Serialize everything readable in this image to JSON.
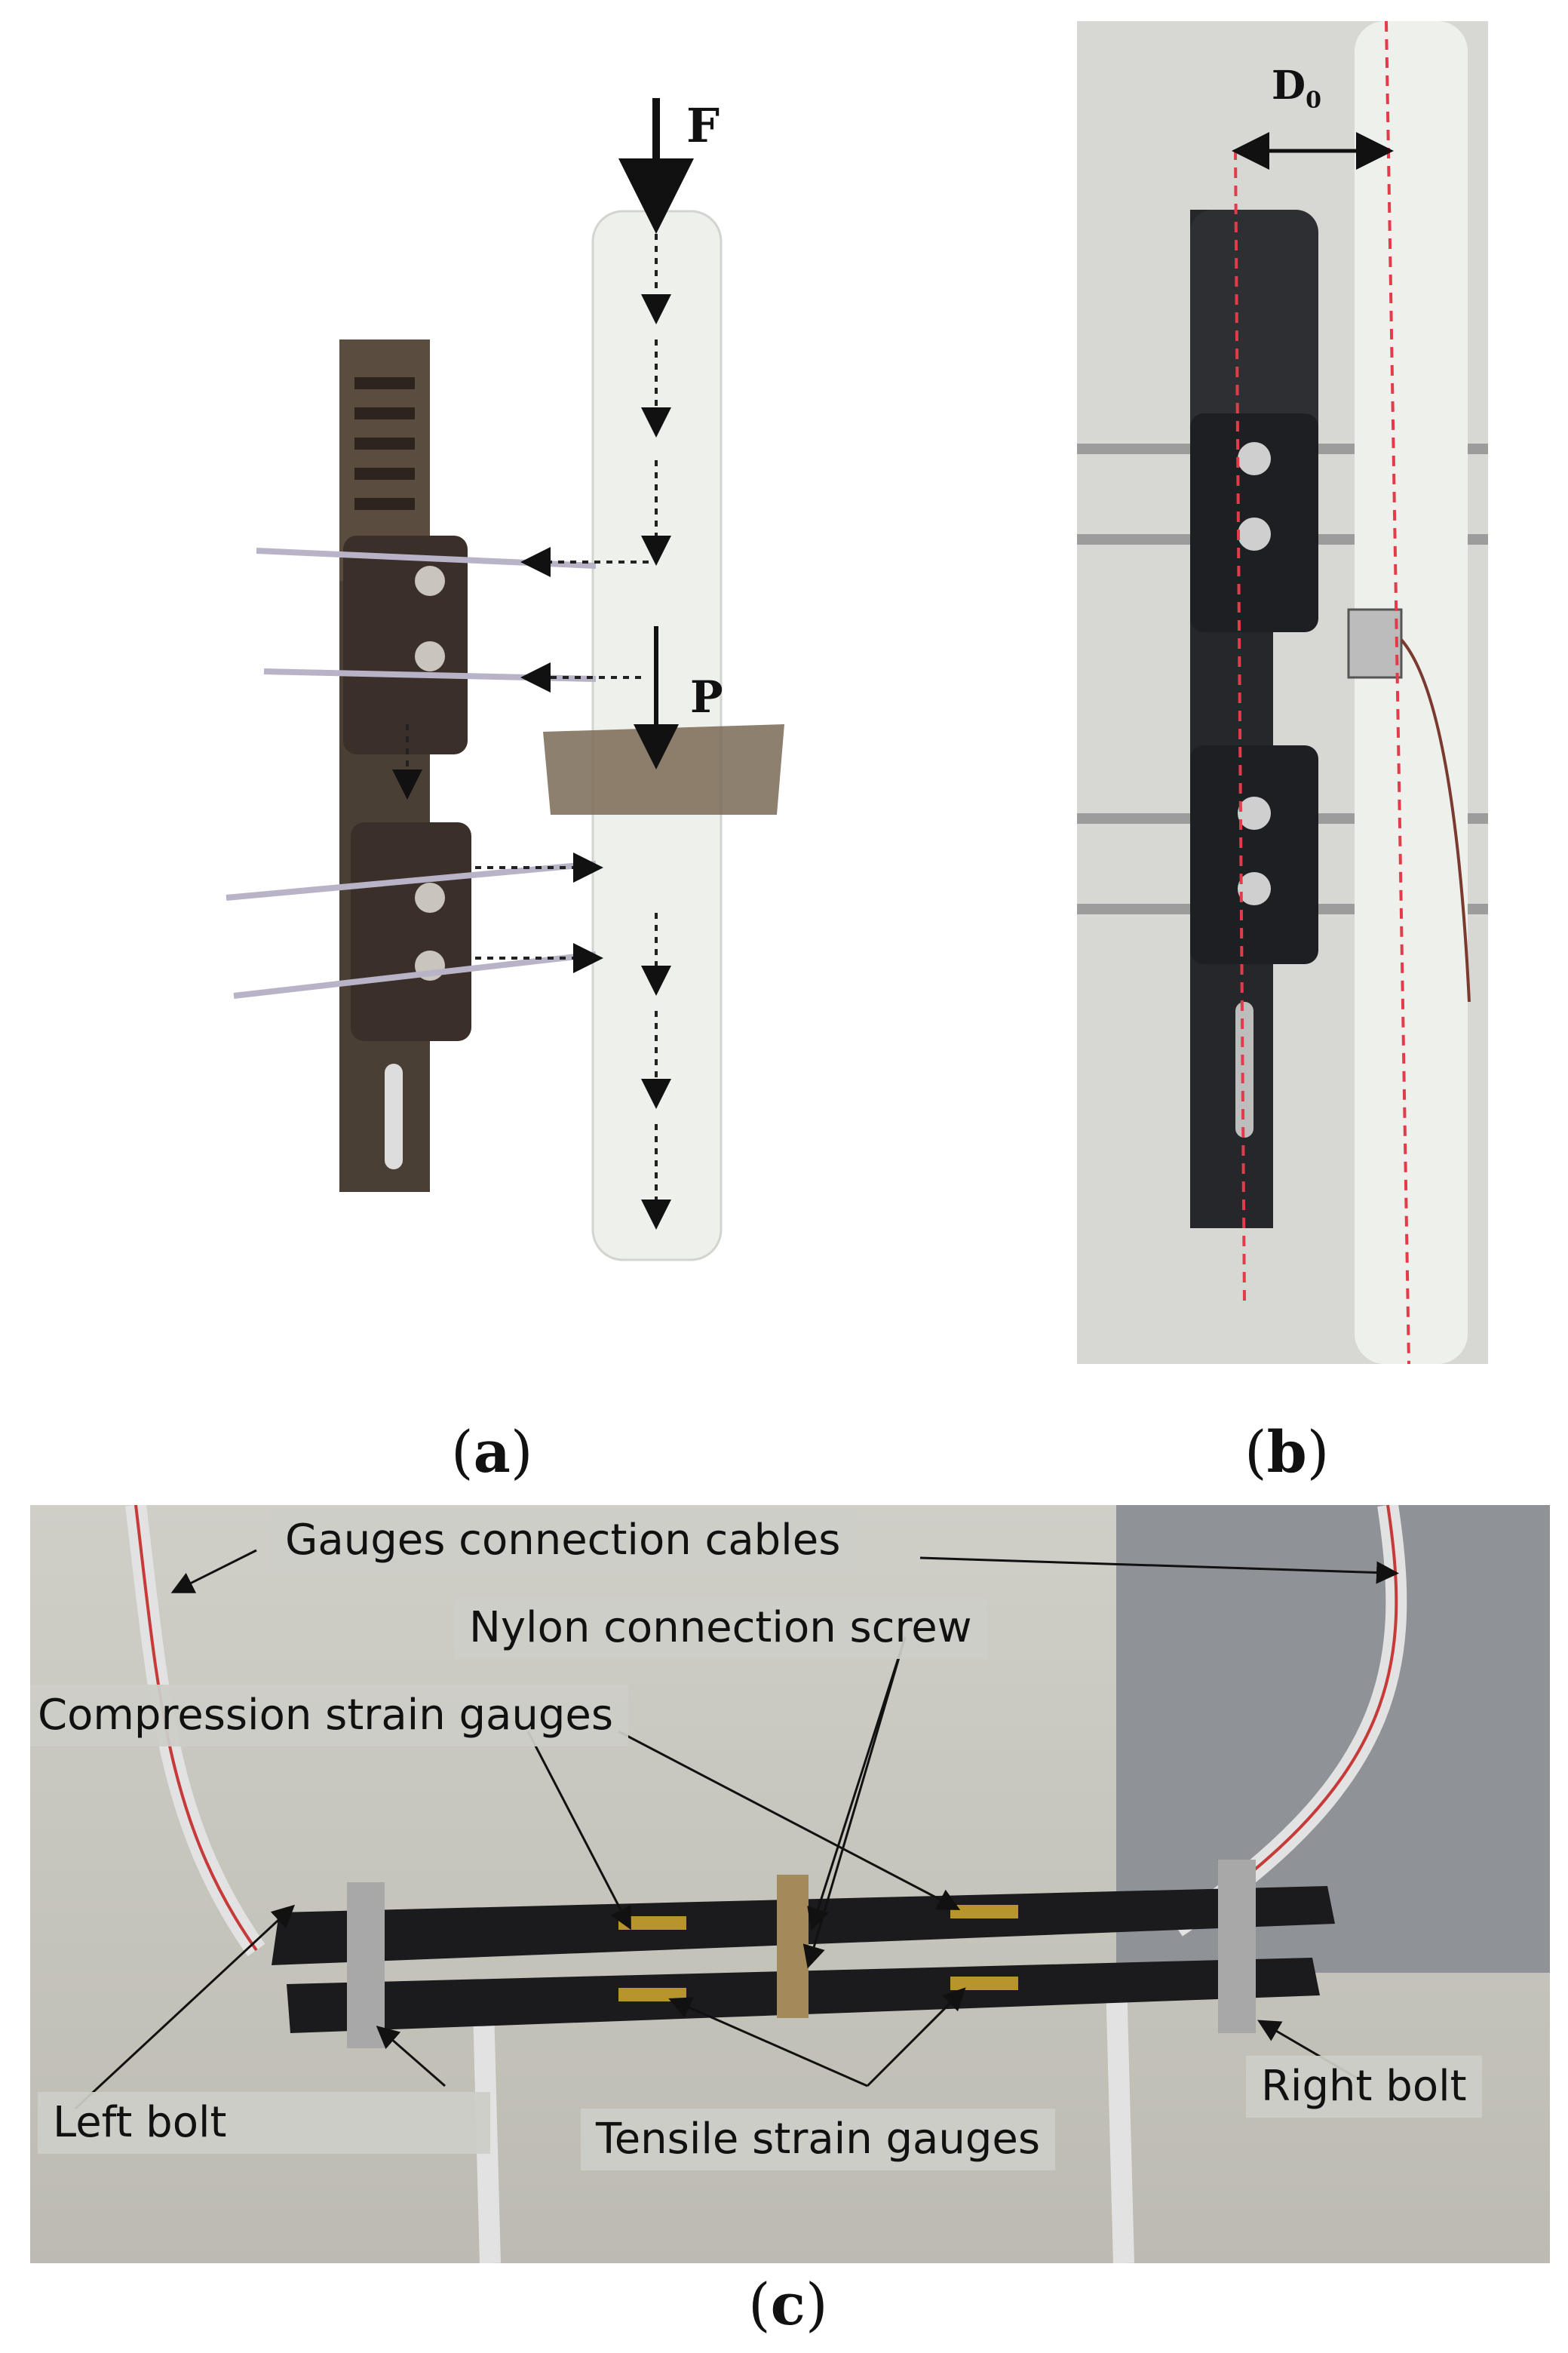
{
  "figure": {
    "panels": [
      {
        "id": "a",
        "label": "a"
      },
      {
        "id": "b",
        "label": "b"
      },
      {
        "id": "c",
        "label": "c"
      }
    ],
    "panel_a": {
      "force_label": "F",
      "point_label": "P"
    },
    "panel_b": {
      "distance_label": "D",
      "distance_subscript": "0"
    },
    "panel_c": {
      "annotations": {
        "gauges_cables": "Gauges connection cables",
        "nylon_screw": "Nylon connection screw",
        "compression_gauges": "Compression strain gauges",
        "left_bolt": "Left bolt",
        "tensile_gauges": "Tensile strain gauges",
        "right_bolt": "Right bolt"
      }
    },
    "colors": {
      "fixator_bronze": "#4a3f35",
      "fixator_dark": "#26272b",
      "tube_white": "#eef0ec",
      "guide_red": "#e23b4a",
      "label_box": "#cecec8"
    }
  }
}
